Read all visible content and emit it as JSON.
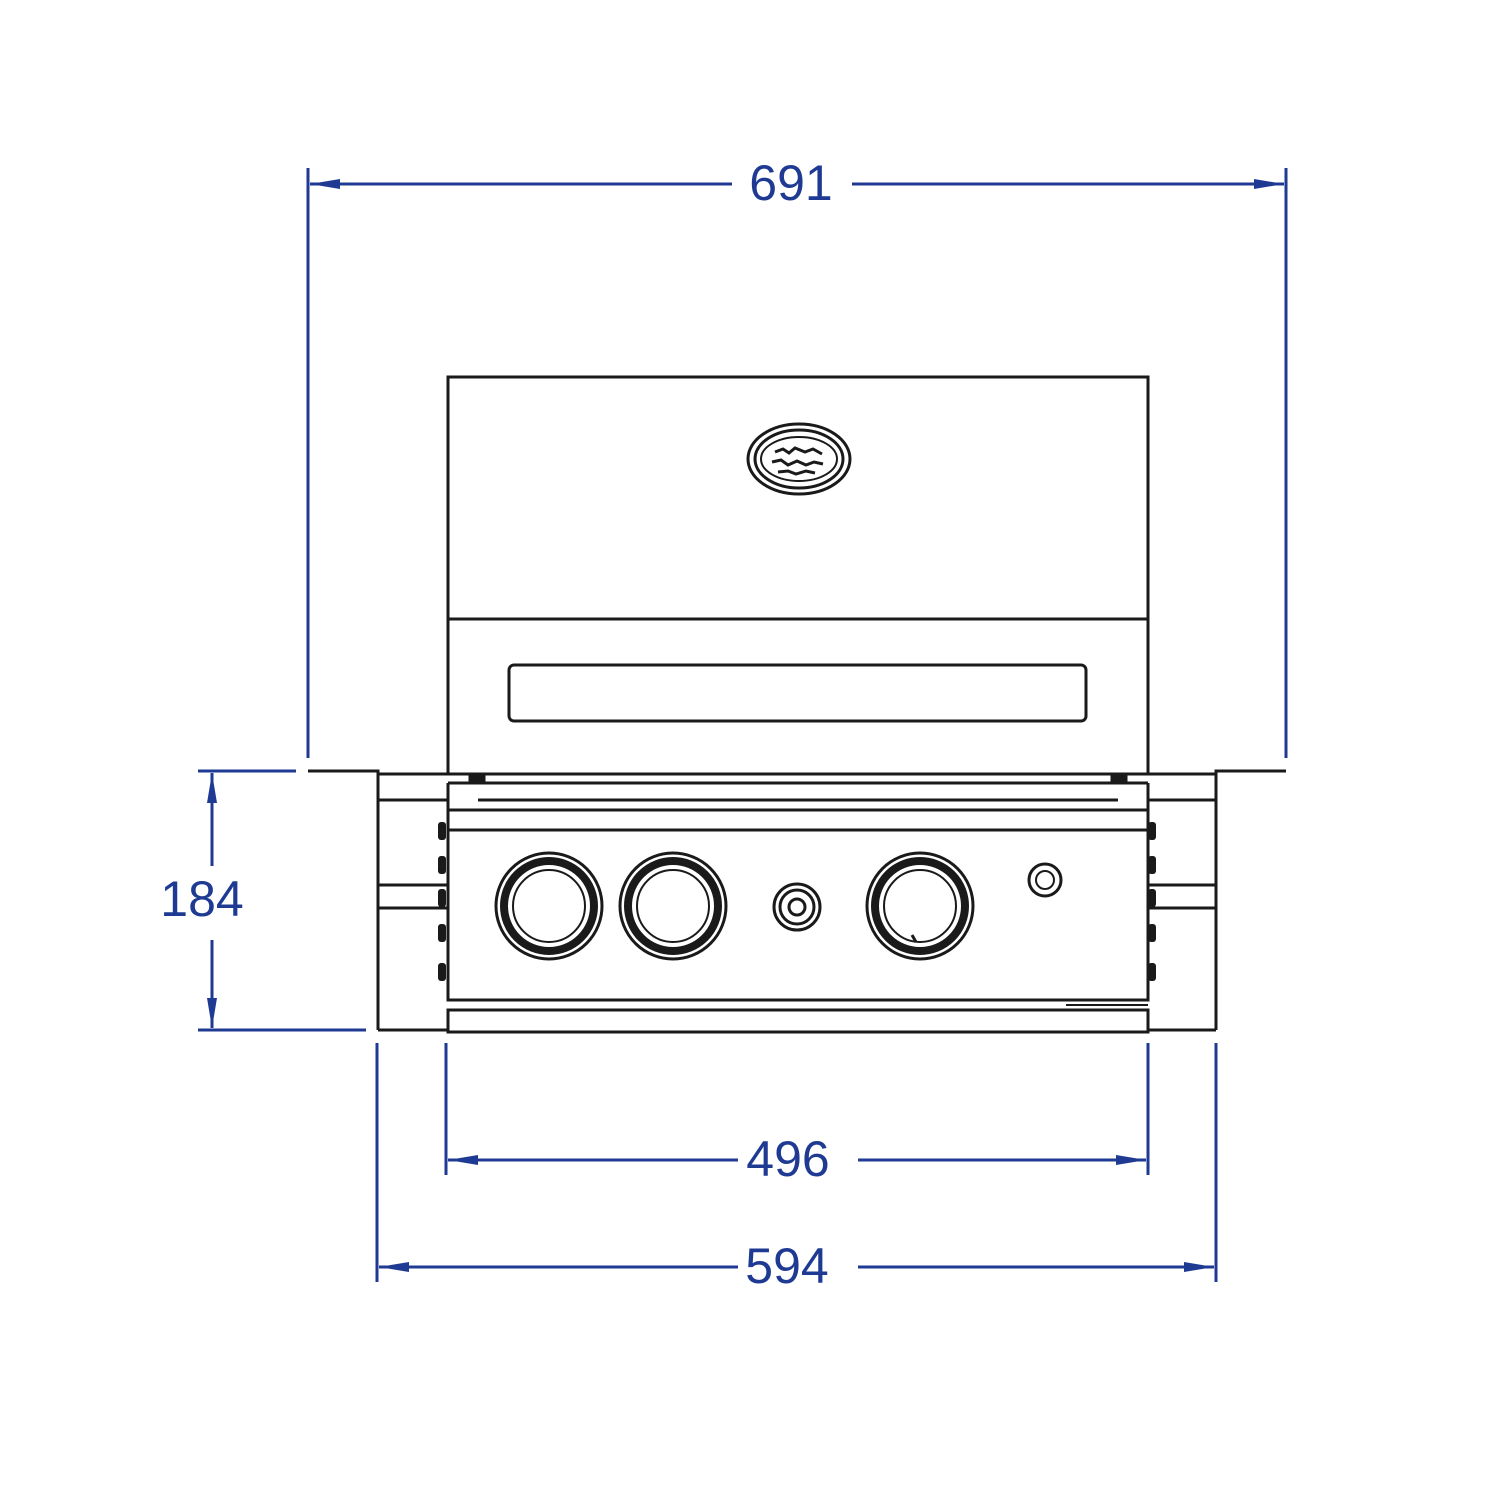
{
  "colors": {
    "dimension": "#1f3a93",
    "outline": "#1a1a1a",
    "background": "#ffffff"
  },
  "dimensions": {
    "overall_width": "691",
    "height": "184",
    "inner_width": "496",
    "cutout_width": "594"
  },
  "logo": {
    "icon": "brand-emblem-icon"
  }
}
